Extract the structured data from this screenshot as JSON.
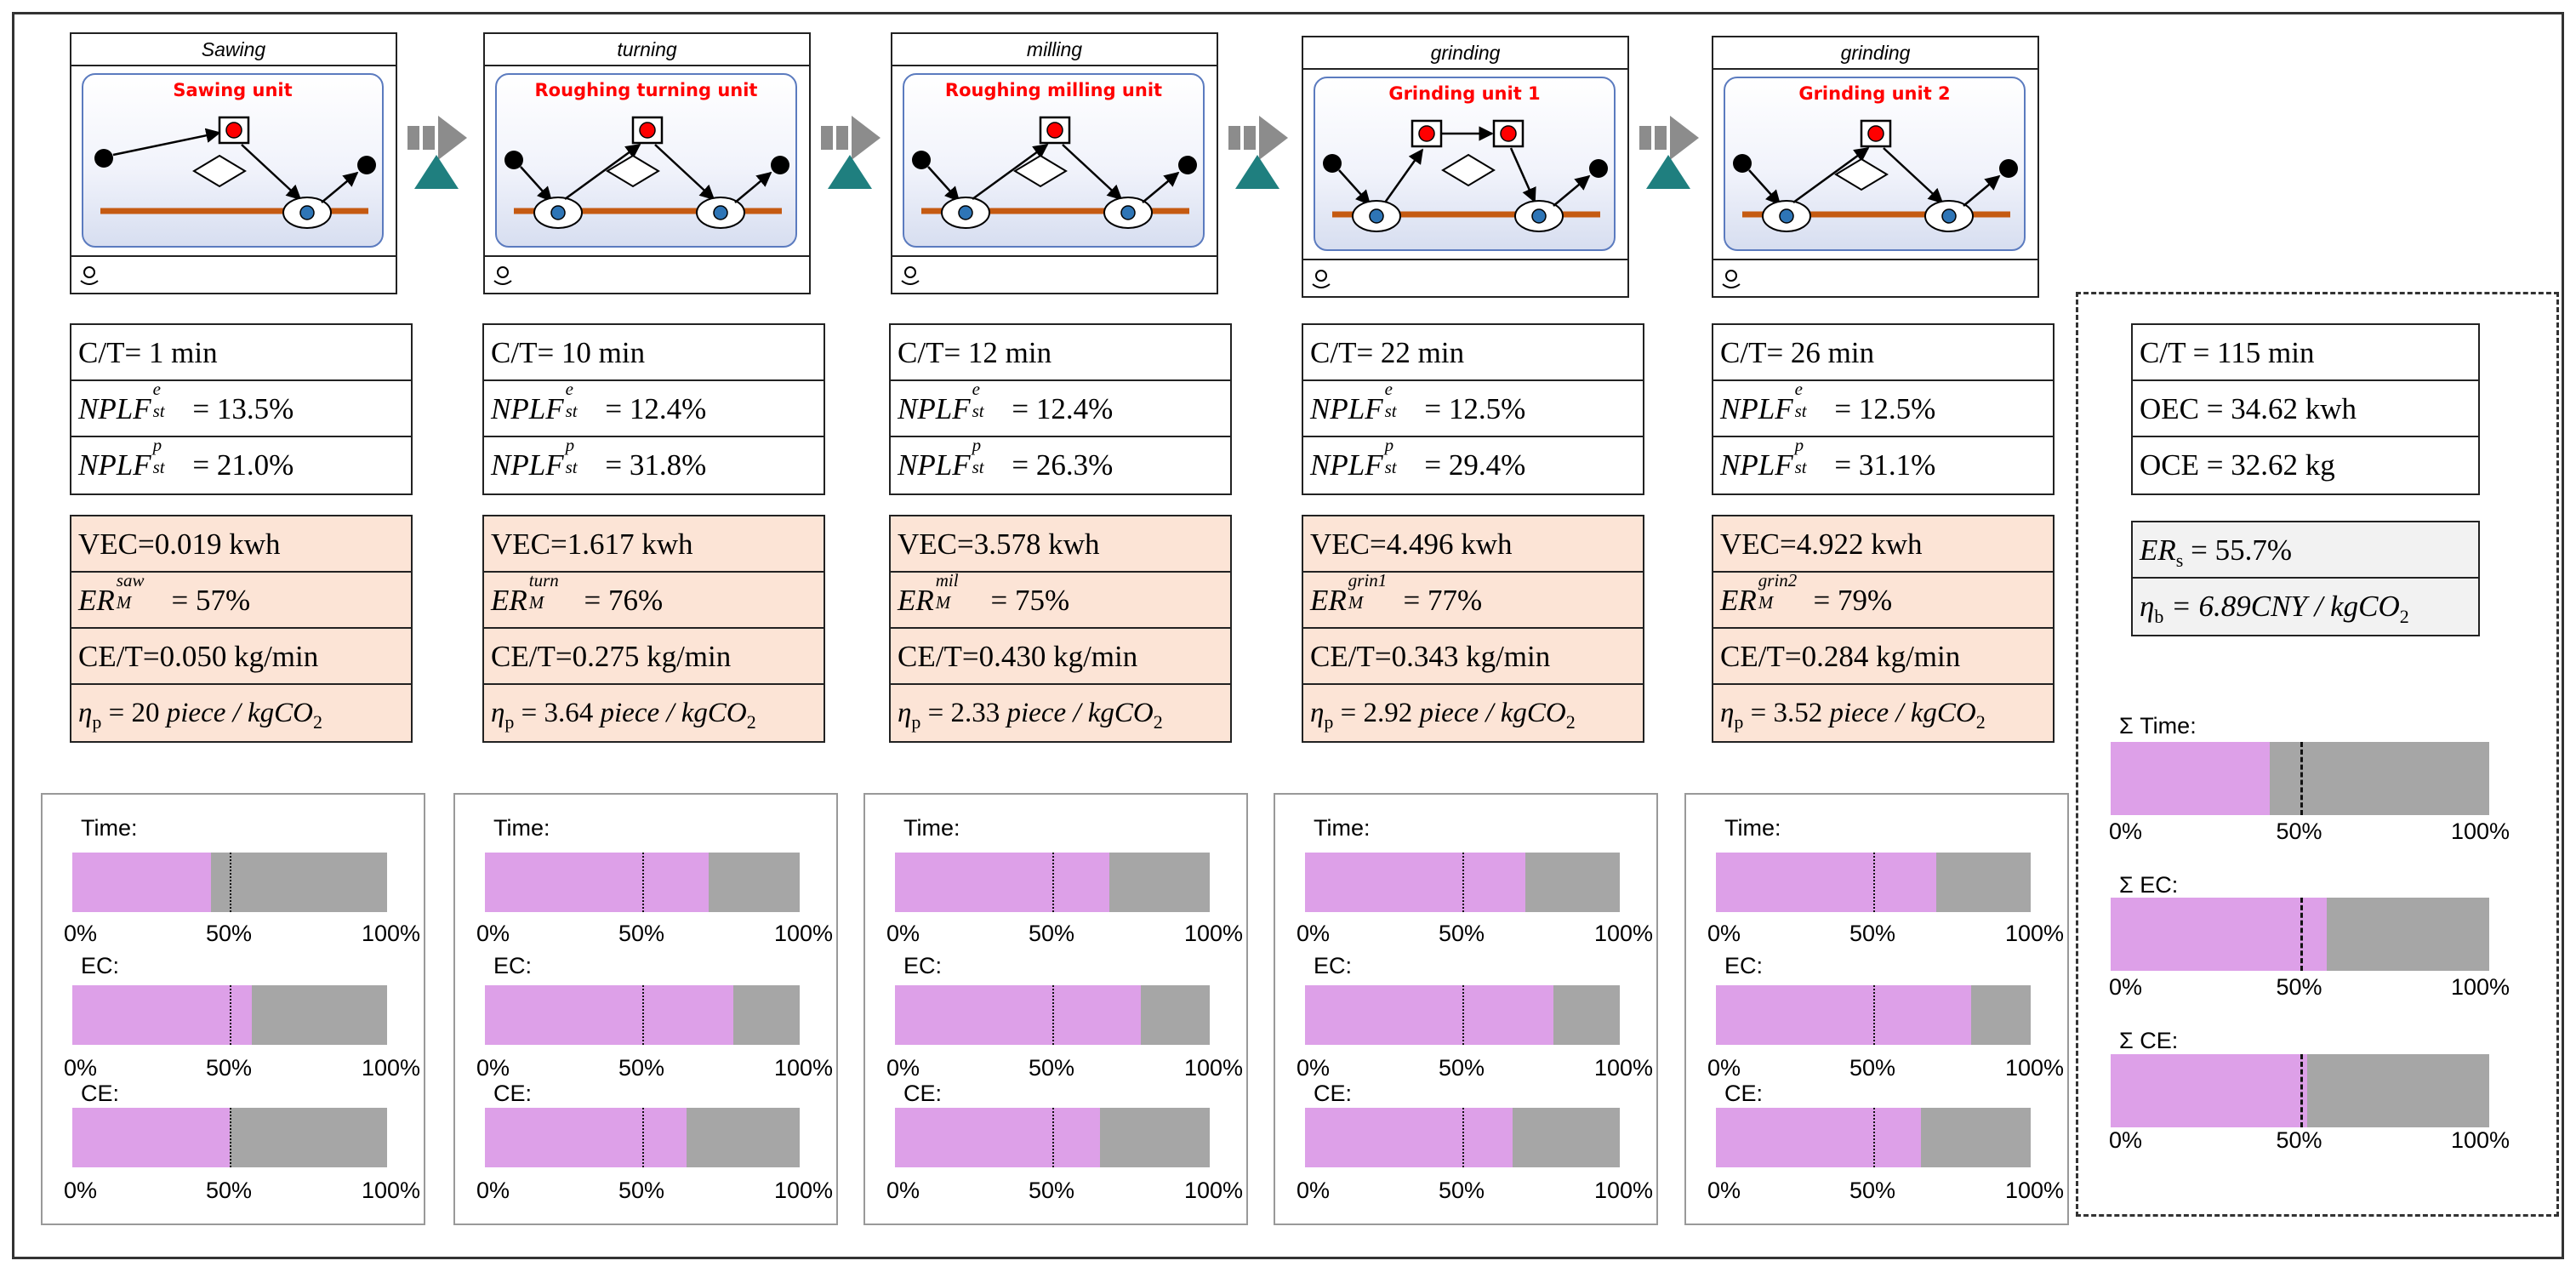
{
  "stages": [
    {
      "op": "Sawing",
      "unit": "Sawing unit"
    },
    {
      "op": "turning",
      "unit": "Roughing turning unit"
    },
    {
      "op": "milling",
      "unit": "Roughing milling unit"
    },
    {
      "op": "grinding",
      "unit": "Grinding unit 1"
    },
    {
      "op": "grinding",
      "unit": "Grinding unit 2"
    }
  ],
  "metrics": [
    {
      "ct": "C/T= 1  min",
      "npe": "13.5%",
      "npp": "21.0%",
      "vec": "VEC=0.019 kwh",
      "er_sup": "saw",
      "er": "57%",
      "cet": "CE/T=0.050 kg/min",
      "eta": "20"
    },
    {
      "ct": "C/T= 10  min",
      "npe": "12.4%",
      "npp": "31.8%",
      "vec": "VEC=1.617 kwh",
      "er_sup": "turn",
      "er": "76%",
      "cet": "CE/T=0.275 kg/min",
      "eta": "3.64"
    },
    {
      "ct": "C/T= 12  min",
      "npe": "12.4%",
      "npp": "26.3%",
      "vec": "VEC=3.578 kwh",
      "er_sup": "mil",
      "er": "75%",
      "cet": "CE/T=0.430 kg/min",
      "eta": "2.33"
    },
    {
      "ct": "C/T= 22  min",
      "npe": "12.5%",
      "npp": "29.4%",
      "vec": "VEC=4.496 kwh",
      "er_sup": "grin1",
      "er": "77%",
      "cet": "CE/T=0.343 kg/min",
      "eta": "2.92"
    },
    {
      "ct": "C/T= 26  min",
      "npe": "12.5%",
      "npp": "31.1%",
      "vec": "VEC=4.922 kwh",
      "er_sup": "grin2",
      "er": "79%",
      "cet": "CE/T=0.284 kg/min",
      "eta": "3.52"
    }
  ],
  "labels": {
    "npl": "NPLF",
    "st": "st",
    "e": "e",
    "p": "p",
    "er": "ER",
    "M": "M",
    "eta": "η",
    "eta_p_sub": "p",
    "eta_b_sub": "b",
    "eta_unit": " piece / kgCO",
    "co2_sub": "2"
  },
  "summary": {
    "ct": "C/T = 115  min",
    "oec": "OEC = 34.62 kwh",
    "oce": "OCE = 32.62 kg",
    "ers_main": "ER",
    "ers_sub": "s",
    "ers_val": " = 55.7%",
    "etab_val": " = 6.89CNY / kgCO"
  },
  "bar_labels": {
    "time": "Time:",
    "ec": "EC:",
    "ce": "CE:",
    "sum_time": "Σ Time:",
    "sum_ec": "Σ EC:",
    "sum_ce": "Σ CE:"
  },
  "ticks": {
    "t0": "0%",
    "t50": "50%",
    "t100": "100%"
  },
  "chart_data": {
    "type": "bar",
    "title": "",
    "categories": [
      "Sawing",
      "turning",
      "milling",
      "grinding 1",
      "grinding 2"
    ],
    "series": [
      {
        "name": "Time",
        "values": [
          0.44,
          0.71,
          0.68,
          0.7,
          0.7
        ]
      },
      {
        "name": "EC",
        "values": [
          0.57,
          0.79,
          0.78,
          0.79,
          0.81
        ]
      },
      {
        "name": "CE",
        "values": [
          0.5,
          0.64,
          0.65,
          0.66,
          0.65
        ]
      }
    ],
    "summary": {
      "sum_time": 0.42,
      "sum_ec": 0.57,
      "sum_ce": 0.52
    },
    "ylim": [
      0,
      1
    ],
    "reference_line": 0.5,
    "colors": {
      "fill": "#dda0e8",
      "remainder": "#a6a6a6"
    }
  }
}
